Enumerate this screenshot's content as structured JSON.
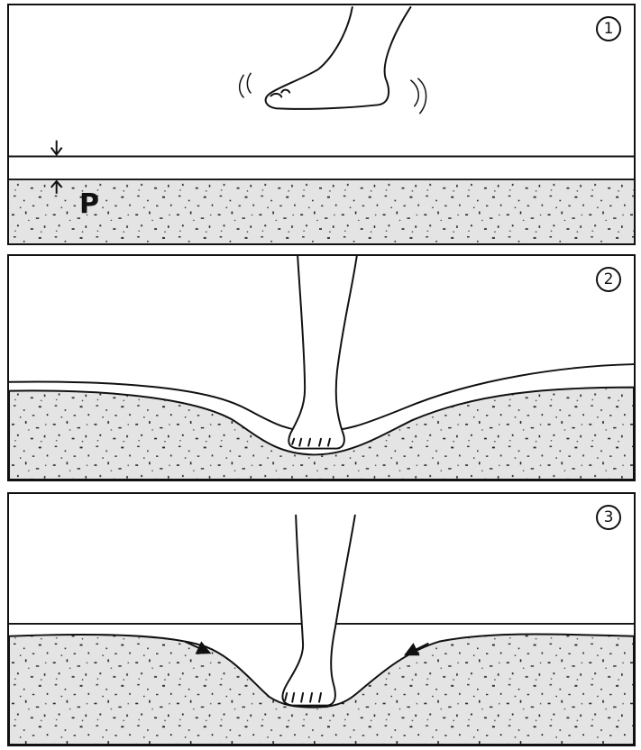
{
  "panels": [
    {
      "number": "1"
    },
    {
      "number": "2"
    },
    {
      "number": "3"
    }
  ],
  "symbol_label": "P",
  "colors": {
    "ink": "#111111",
    "sand": "#e4e4e4",
    "paper": "#ffffff"
  }
}
